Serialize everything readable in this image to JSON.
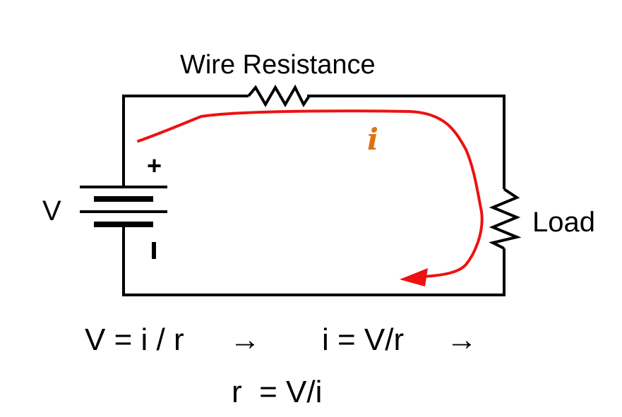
{
  "labels": {
    "wire_resistance": "Wire Resistance",
    "load": "Load",
    "voltage": "V",
    "plus": "+",
    "minus": "-",
    "current": "i"
  },
  "equations": {
    "line1_left": "V = i / r",
    "arrow": "→",
    "line1_right": "i = V/r",
    "line2": "r  = V/i"
  },
  "colors": {
    "wire": "#000000",
    "current_path": "#ee1111",
    "current_label": "#e07010",
    "background": "#ffffff"
  }
}
